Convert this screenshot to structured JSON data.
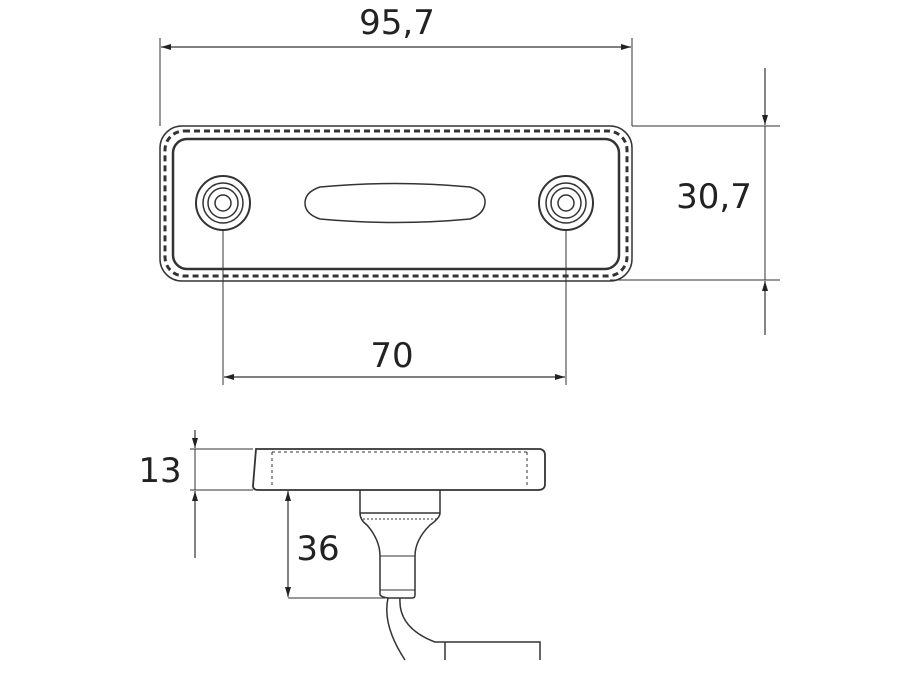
{
  "dimensions": {
    "overall_length": "95,7",
    "overall_width": "30,7",
    "hole_spacing": "70",
    "body_height": "13",
    "stem_length": "36"
  },
  "colors": {
    "line": "#333333",
    "background": "#ffffff"
  }
}
